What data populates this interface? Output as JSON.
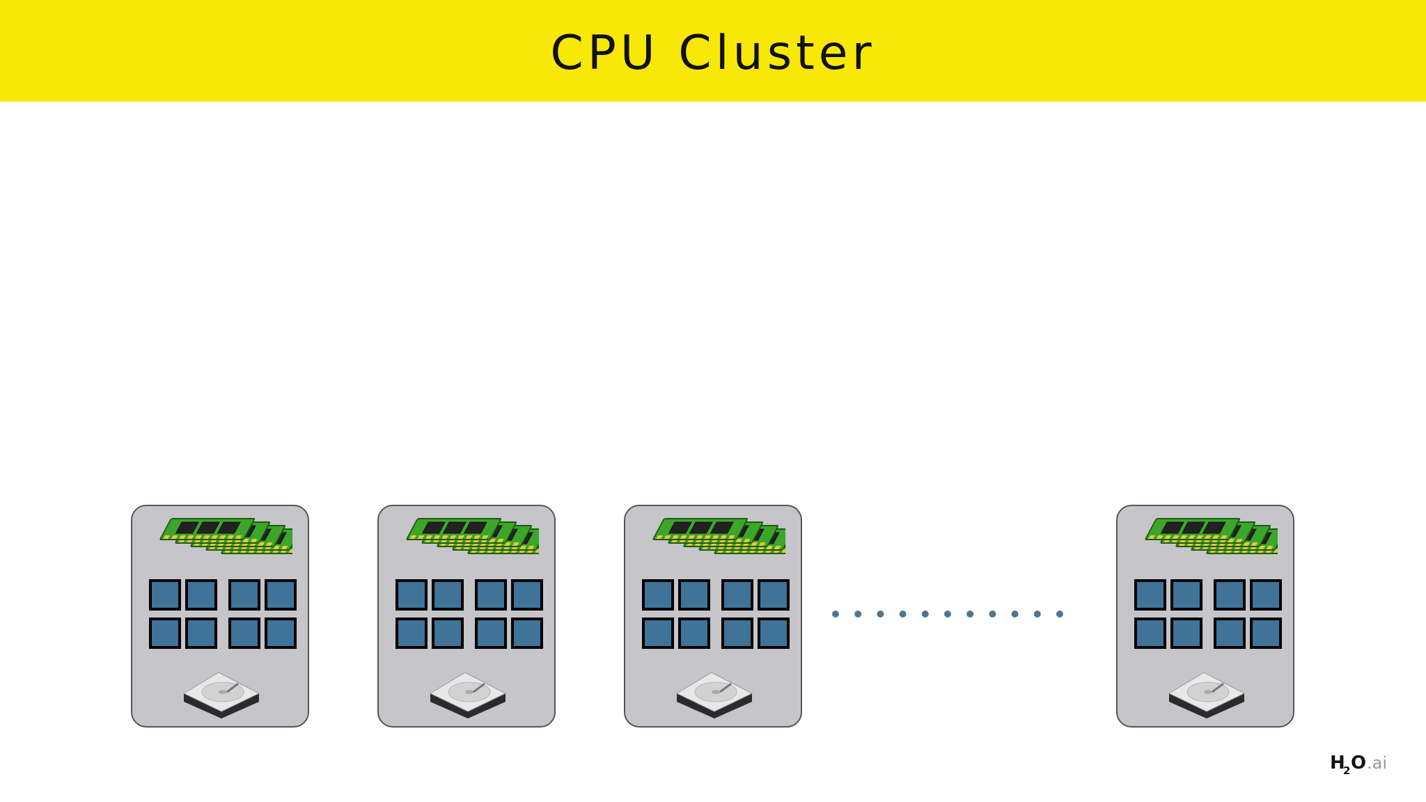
{
  "title": "CPU Cluster",
  "colors": {
    "title_bar": "#f8e807",
    "node_fill": "#c6c5c9",
    "core_fill": "#3f7397",
    "ram_board": "#3ca62a",
    "dots": "#4f7590"
  },
  "nodes": [
    {
      "ram_icon": "ram-stick-icon",
      "core_icon": "cpu-core-icon",
      "disk_icon": "hard-drive-icon"
    },
    {
      "ram_icon": "ram-stick-icon",
      "core_icon": "cpu-core-icon",
      "disk_icon": "hard-drive-icon"
    },
    {
      "ram_icon": "ram-stick-icon",
      "core_icon": "cpu-core-icon",
      "disk_icon": "hard-drive-icon"
    },
    {
      "ram_icon": "ram-stick-icon",
      "core_icon": "cpu-core-icon",
      "disk_icon": "hard-drive-icon"
    }
  ],
  "cores_per_node": 8,
  "ram_sticks_per_node": 5,
  "ellipsis_dots": 11,
  "logo": {
    "main": "H",
    "sub": "2",
    "mid": "O",
    "suffix": ".ai"
  }
}
